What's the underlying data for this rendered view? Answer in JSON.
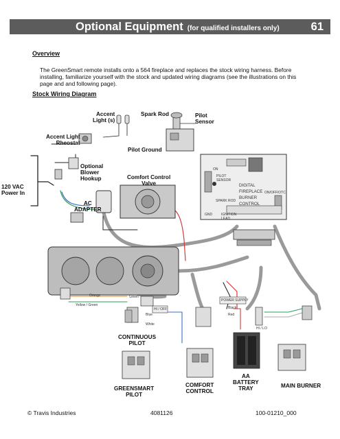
{
  "header": {
    "title": "Optional Equipment",
    "subtitle": "(for qualified installers only)",
    "page_number": "61"
  },
  "overview": {
    "heading": "Overview",
    "text": "The GreenSmart remote installs onto a 564 fireplace and replaces the stock wiring harness.  Before installing, familiarize yourself with the stock and updated wiring diagrams (see the illustrations on this page and and following page)."
  },
  "stock_diagram": {
    "heading": "Stock Wiring Diagram",
    "labels": {
      "accent_lights": "Accent\nLight (s)",
      "spark_rod": "Spark Rod",
      "pilot_sensor": "Pilot\nSensor",
      "accent_light_rheostat": "Accent Light\nRheostat",
      "pilot_ground": "Pilot Ground",
      "optional_blower": "Optional\nBlower\nHookup",
      "comfort_control_valve": "Comfort Control\nValve",
      "power_in": "120 VAC\nPower In",
      "ac_adapter": "AC\nADAPTER",
      "continuous_pilot": "CONTINUOUS\nPILOT",
      "greensmart_pilot": "GREENSMART\nPILOT",
      "comfort_control": "COMFORT\nCONTROL",
      "battery_tray": "AA\nBATTERY\nTRAY",
      "main_burner": "MAIN BURNER"
    },
    "module_text": {
      "line1": "DIGITAL",
      "line2": "FIREPLACE",
      "line3": "BURNER",
      "line4": "CONTROL"
    },
    "small_labels": {
      "on": "ON",
      "pilot_sensor": "PILOT\nSENSOR",
      "spark_rod": "SPARK ROD",
      "gnd": "GND",
      "ignition": "IGNITION",
      "lead": "LEAD",
      "on_off_alt": "ON/OFF/OTC",
      "power_supply": "POWER SUPPLY",
      "hi_off": "HI / OFF",
      "hi_lo": "HI / LO",
      "orange": "Orange",
      "yellow_green": "Yellow / Green",
      "green": "Green",
      "blue": "Blue",
      "white": "White",
      "red": "Red",
      "black": "Black"
    }
  },
  "footer": {
    "left": "© Travis Industries",
    "center": "4081126",
    "right": "100-01210_000"
  },
  "colors": {
    "header_bg": "#5c5c5c",
    "wire_gray": "#9a9a9a",
    "wire_red": "#d23a3a",
    "wire_blue": "#3a6fc4",
    "wire_green": "#2e9e5a"
  }
}
